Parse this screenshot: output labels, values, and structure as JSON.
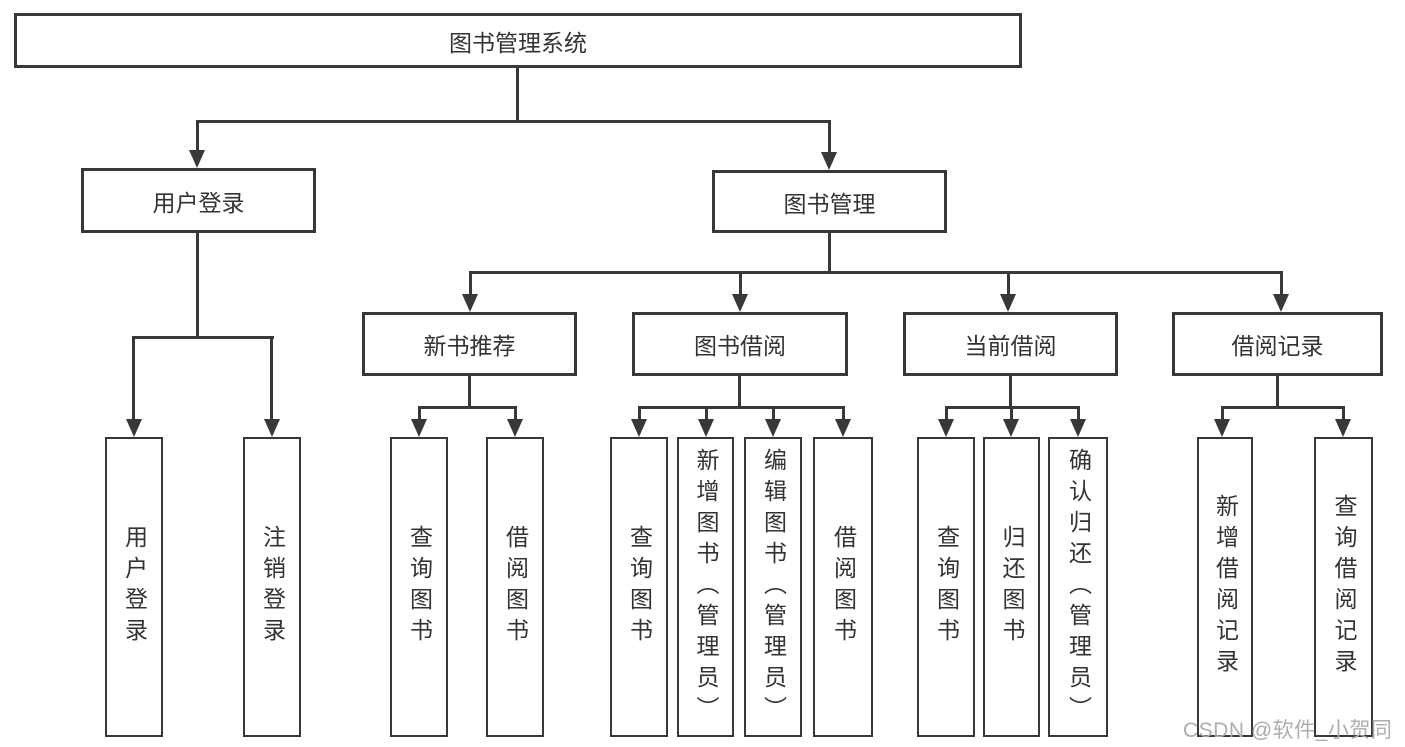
{
  "tree": {
    "label": "图书管理系统",
    "children": [
      {
        "label": "用户登录",
        "children": [
          {
            "label": "用户登录"
          },
          {
            "label": "注销登录"
          }
        ]
      },
      {
        "label": "图书管理",
        "children": [
          {
            "label": "新书推荐",
            "children": [
              {
                "label": "查询图书"
              },
              {
                "label": "借阅图书"
              }
            ]
          },
          {
            "label": "图书借阅",
            "children": [
              {
                "label": "查询图书"
              },
              {
                "label": "新增图书（管理员）"
              },
              {
                "label": "编辑图书（管理员）"
              },
              {
                "label": "借阅图书"
              }
            ]
          },
          {
            "label": "当前借阅",
            "children": [
              {
                "label": "查询图书"
              },
              {
                "label": "归还图书"
              },
              {
                "label": "确认归还（管理员）"
              }
            ]
          },
          {
            "label": "借阅记录",
            "children": [
              {
                "label": "新增借阅记录"
              },
              {
                "label": "查询借阅记录"
              }
            ]
          }
        ]
      }
    ]
  },
  "watermark": {
    "text": "CSDN @软件_小贺同学"
  },
  "colors": {
    "line": "#383838",
    "text": "#333333",
    "background": "#ffffff",
    "watermark": "#adadad"
  }
}
